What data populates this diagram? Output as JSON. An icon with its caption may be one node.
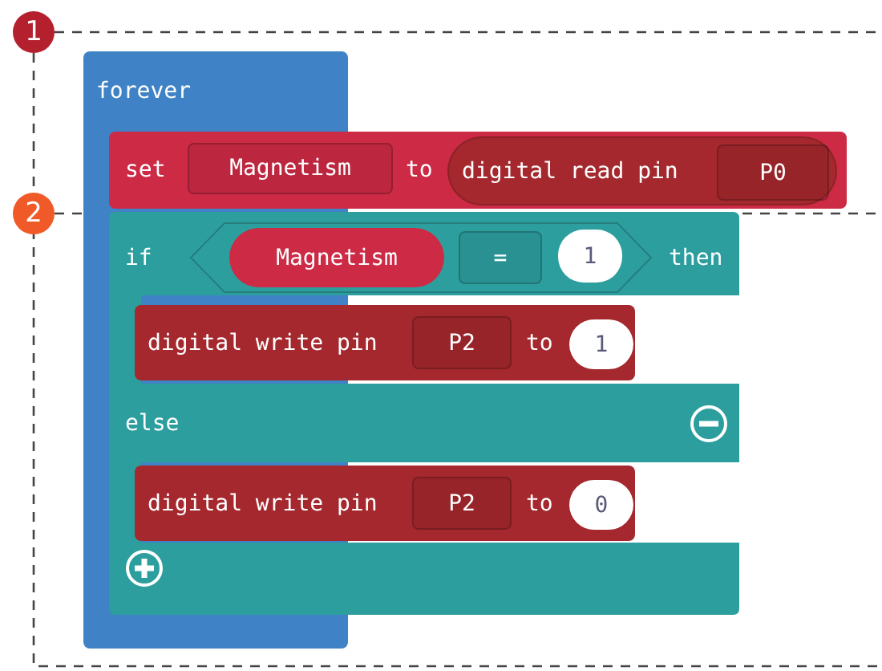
{
  "diagram": {
    "nodes": [
      {
        "text": [
          "forever"
        ]
      },
      {
        "text": [
          "set",
          "to"
        ]
      },
      {
        "text": [
          "Magnetism"
        ],
        "in": 1
      },
      {
        "text": [
          "digital read pin"
        ],
        "in": 1
      },
      {
        "text": [
          "P0"
        ],
        "in": 3
      },
      {
        "text": [
          "if",
          "then",
          "else"
        ]
      },
      {
        "text": [],
        "shape": "hexagon",
        "in": 5
      },
      {
        "text": [
          "Magnetism"
        ],
        "in": 6
      },
      {
        "text": [
          "="
        ],
        "in": 6
      },
      {
        "text": [
          "1"
        ],
        "in": 6
      },
      {
        "text": [
          "digital write pin",
          "to"
        ],
        "in": 5
      },
      {
        "text": [
          "P2"
        ],
        "in": 10
      },
      {
        "text": [
          "1"
        ],
        "in": 10
      },
      {
        "text": [
          "digital write pin",
          "to"
        ],
        "in": 5
      },
      {
        "text": [
          "P2"
        ],
        "in": 13
      },
      {
        "text": [
          "0"
        ],
        "in": 13
      }
    ],
    "labels": [
      "1",
      "2"
    ]
  }
}
